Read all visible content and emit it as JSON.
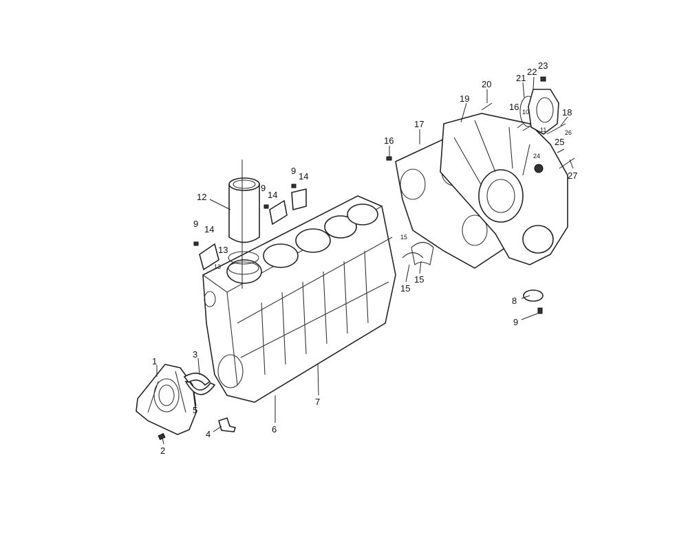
{
  "diagram": {
    "type": "exploded-parts-view",
    "callouts": [
      {
        "id": "c1",
        "label": "1"
      },
      {
        "id": "c2",
        "label": "2"
      },
      {
        "id": "c3",
        "label": "3"
      },
      {
        "id": "c4",
        "label": "4"
      },
      {
        "id": "c5",
        "label": "5"
      },
      {
        "id": "c6",
        "label": "6"
      },
      {
        "id": "c7",
        "label": "7"
      },
      {
        "id": "c8",
        "label": "8"
      },
      {
        "id": "c9a",
        "label": "9"
      },
      {
        "id": "c9b",
        "label": "9"
      },
      {
        "id": "c9c",
        "label": "9"
      },
      {
        "id": "c9d",
        "label": "9"
      },
      {
        "id": "c10",
        "label": "10"
      },
      {
        "id": "c11",
        "label": "11"
      },
      {
        "id": "c12",
        "label": "12"
      },
      {
        "id": "c13a",
        "label": "13"
      },
      {
        "id": "c13b",
        "label": "13"
      },
      {
        "id": "c14a",
        "label": "14"
      },
      {
        "id": "c14b",
        "label": "14"
      },
      {
        "id": "c14c",
        "label": "14"
      },
      {
        "id": "c15a",
        "label": "15"
      },
      {
        "id": "c15b",
        "label": "15"
      },
      {
        "id": "c15c",
        "label": "15"
      },
      {
        "id": "c16a",
        "label": "16"
      },
      {
        "id": "c16b",
        "label": "16"
      },
      {
        "id": "c17",
        "label": "17"
      },
      {
        "id": "c18",
        "label": "18"
      },
      {
        "id": "c19",
        "label": "19"
      },
      {
        "id": "c20",
        "label": "20"
      },
      {
        "id": "c21",
        "label": "21"
      },
      {
        "id": "c22",
        "label": "22"
      },
      {
        "id": "c23",
        "label": "23"
      },
      {
        "id": "c24",
        "label": "24"
      },
      {
        "id": "c25",
        "label": "25"
      },
      {
        "id": "c26",
        "label": "26"
      },
      {
        "id": "c27",
        "label": "27"
      }
    ]
  }
}
